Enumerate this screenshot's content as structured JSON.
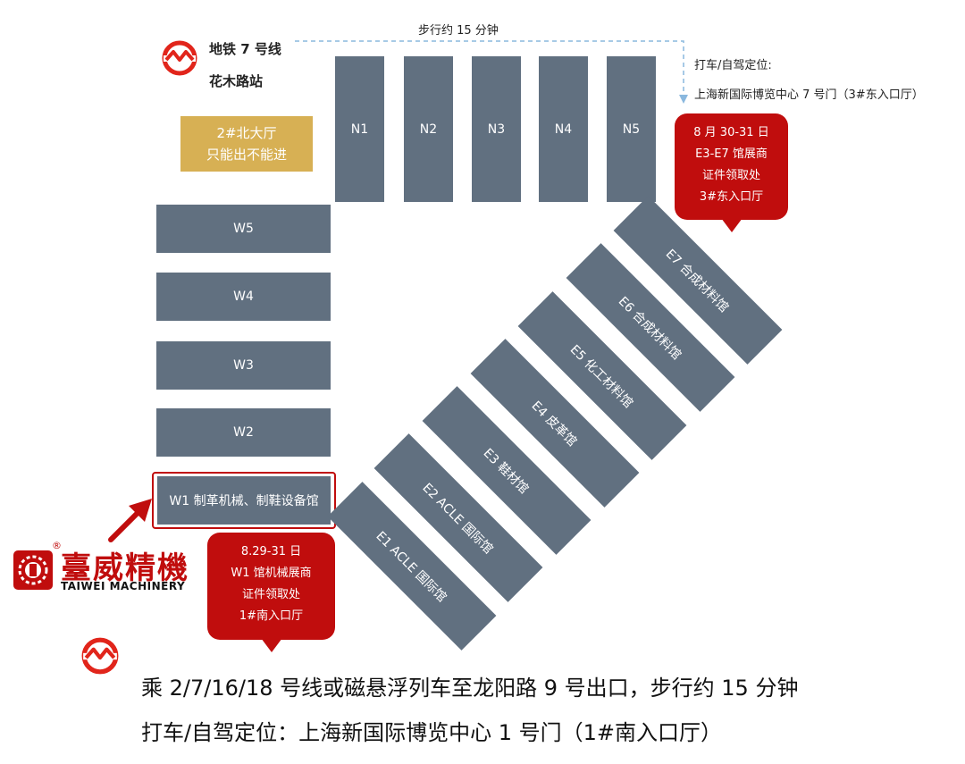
{
  "colors": {
    "hall": "#617080",
    "callout": "#c00d0d",
    "north_hall": "#d7b054",
    "metro": "#e1251b",
    "dash": "#8ab8de"
  },
  "metro": {
    "line": "地铁 7 号线",
    "station": "花木路站",
    "icon": "metro-logo-icon"
  },
  "walk_note": "步行约 15 分钟",
  "north_hall": {
    "line1": "2#北大厅",
    "line2": "只能出不能进"
  },
  "top_right": {
    "taxi_label": "打车/自驾定位:",
    "gate": "上海新国际博览中心 7 号门（3#东入口厅）"
  },
  "callout_east": {
    "line1": "8 月 30-31 日",
    "line2": "E3-E7 馆展商",
    "line3": "证件领取处",
    "line4": "3#东入口厅"
  },
  "callout_west": {
    "line1": "8.29-31 日",
    "line2": "W1 馆机械展商",
    "line3": "证件领取处",
    "line4": "1#南入口厅"
  },
  "north_halls": [
    "N1",
    "N2",
    "N3",
    "N4",
    "N5"
  ],
  "west_halls": [
    "W5",
    "W4",
    "W3",
    "W2"
  ],
  "w1_hall": "W1  制革机械、制鞋设备馆",
  "east_halls": [
    {
      "code": "E7",
      "label": "E7  合成材料馆"
    },
    {
      "code": "E6",
      "label": "E6  合成材料馆"
    },
    {
      "code": "E5",
      "label": "E5  化工材料馆"
    },
    {
      "code": "E4",
      "label": "E4   皮革馆"
    },
    {
      "code": "E3",
      "label": "E3     鞋材馆"
    },
    {
      "code": "E2",
      "label": "E2 ACLE 国际馆"
    },
    {
      "code": "E1",
      "label": "E1 ACLE 国际馆"
    }
  ],
  "brand": {
    "name_cn": "臺威精機",
    "name_en": "TAIWEI MACHINERY",
    "registered": "®"
  },
  "bottom": {
    "line1": "乘 2/7/16/18 号线或磁悬浮列车至龙阳路 9 号出口，步行约 15 分钟",
    "line2": "打车/自驾定位：上海新国际博览中心 1 号门（1#南入口厅）"
  }
}
